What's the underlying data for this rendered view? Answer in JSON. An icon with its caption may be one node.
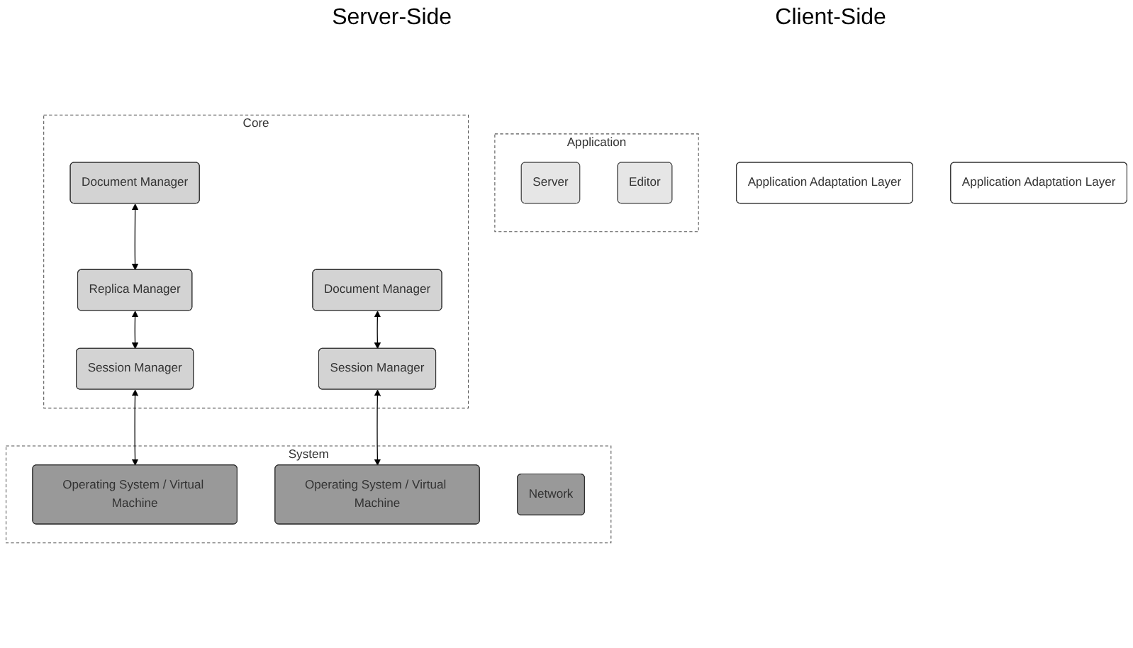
{
  "diagram": {
    "nodes": [
      {
        "text": [
          "Application"
        ]
      },
      {
        "text": [
          "Server"
        ],
        "in": 0
      },
      {
        "text": [
          "Editor"
        ],
        "in": 0
      },
      {
        "text": [
          "Application Adaptation Layer"
        ]
      },
      {
        "text": [
          "Application Adaptation Layer"
        ]
      },
      {
        "text": [
          "Core"
        ]
      },
      {
        "text": [
          "Document Manager"
        ],
        "in": 5
      },
      {
        "text": [
          "Replica Manager"
        ],
        "in": 5
      },
      {
        "text": [
          "Session Manager"
        ],
        "in": 5
      },
      {
        "text": [
          "Document Manager"
        ],
        "in": 5
      },
      {
        "text": [
          "Session Manager"
        ],
        "in": 5
      },
      {
        "text": [
          "System"
        ]
      },
      {
        "text": [
          "Operating System / Virtual Machine"
        ],
        "in": 11
      },
      {
        "text": [
          "Operating System / Virtual Machine"
        ],
        "in": 11
      },
      {
        "text": [
          "Network"
        ],
        "in": 11
      }
    ],
    "edges": [
      {
        "from": 6,
        "to": 7,
        "arrow": "both"
      },
      {
        "from": 7,
        "to": 8,
        "arrow": "both"
      },
      {
        "from": 8,
        "to": 12,
        "arrow": "both"
      },
      {
        "from": 9,
        "to": 10,
        "arrow": "both"
      },
      {
        "from": 10,
        "to": 13,
        "arrow": "both"
      }
    ],
    "labels": [
      "Server-Side",
      "Client-Side"
    ]
  }
}
